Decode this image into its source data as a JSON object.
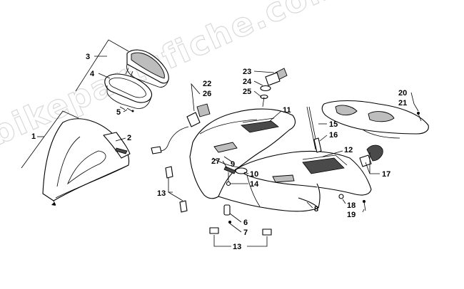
{
  "watermark": "bikepartsfiche.com",
  "callouts": [
    {
      "id": "1",
      "label": "1"
    },
    {
      "id": "2",
      "label": "2"
    },
    {
      "id": "3",
      "label": "3"
    },
    {
      "id": "4",
      "label": "4"
    },
    {
      "id": "5",
      "label": "5"
    },
    {
      "id": "6",
      "label": "6"
    },
    {
      "id": "7",
      "label": "7"
    },
    {
      "id": "8",
      "label": "8"
    },
    {
      "id": "9",
      "label": "9"
    },
    {
      "id": "10",
      "label": "10"
    },
    {
      "id": "11",
      "label": "11"
    },
    {
      "id": "12",
      "label": "12"
    },
    {
      "id": "13a",
      "label": "13"
    },
    {
      "id": "13b",
      "label": "13"
    },
    {
      "id": "14",
      "label": "14"
    },
    {
      "id": "15",
      "label": "15"
    },
    {
      "id": "16",
      "label": "16"
    },
    {
      "id": "17",
      "label": "17"
    },
    {
      "id": "18",
      "label": "18"
    },
    {
      "id": "19",
      "label": "19"
    },
    {
      "id": "20",
      "label": "20"
    },
    {
      "id": "21",
      "label": "21"
    },
    {
      "id": "22",
      "label": "22"
    },
    {
      "id": "23",
      "label": "23"
    },
    {
      "id": "24",
      "label": "24"
    },
    {
      "id": "25",
      "label": "25"
    },
    {
      "id": "26",
      "label": "26"
    },
    {
      "id": "27",
      "label": "27"
    }
  ]
}
